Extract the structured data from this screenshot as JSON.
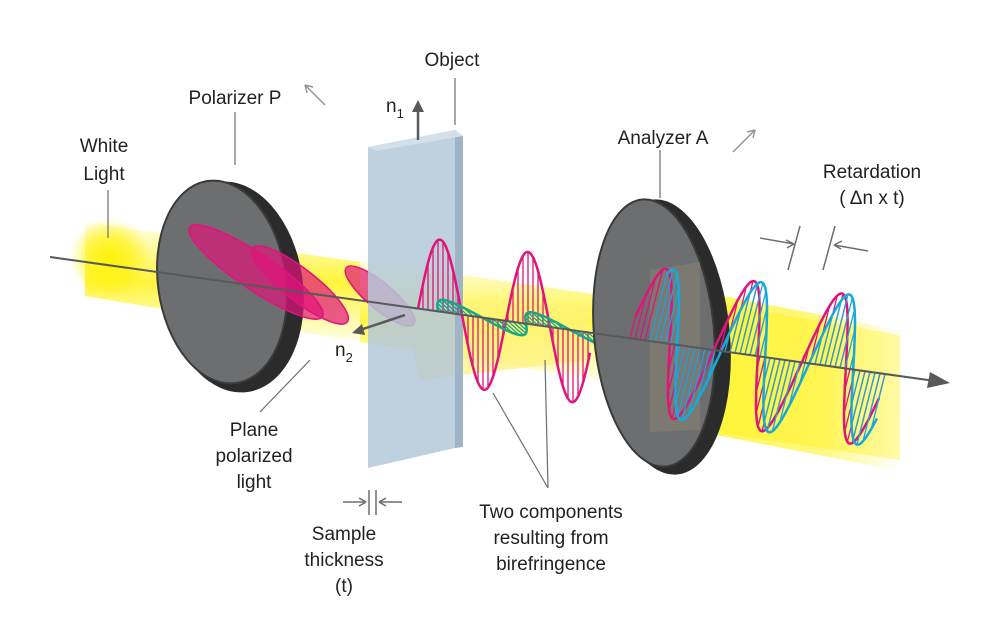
{
  "labels": {
    "white_light": [
      "White",
      "Light"
    ],
    "polarizer": "Polarizer P",
    "object": "Object",
    "n1_base": "n",
    "n1_sub": "1",
    "n2_base": "n",
    "n2_sub": "2",
    "analyzer": "Analyzer A",
    "retardation": "Retardation",
    "retardation_formula": "( Δn x t)",
    "plane_polarized": [
      "Plane",
      "polarized",
      "light"
    ],
    "sample_thickness": [
      "Sample",
      "thickness",
      "(t)"
    ],
    "two_components": [
      "Two components",
      "resulting from",
      "birefringence"
    ]
  },
  "colors": {
    "magenta_wave": "#e0147a",
    "cyan_wave": "#18a9dc",
    "green_wave": "#16a889",
    "light_beam": "#fff200",
    "disc_face": "#6d6e70",
    "disc_rim": "#2b2b2b",
    "sample_plate": "#b4c8d8",
    "axis": "#58595b"
  },
  "icons": [
    "direction-arrow-icon",
    "polarization-arrow-icon",
    "dimension-arrow-icon"
  ]
}
